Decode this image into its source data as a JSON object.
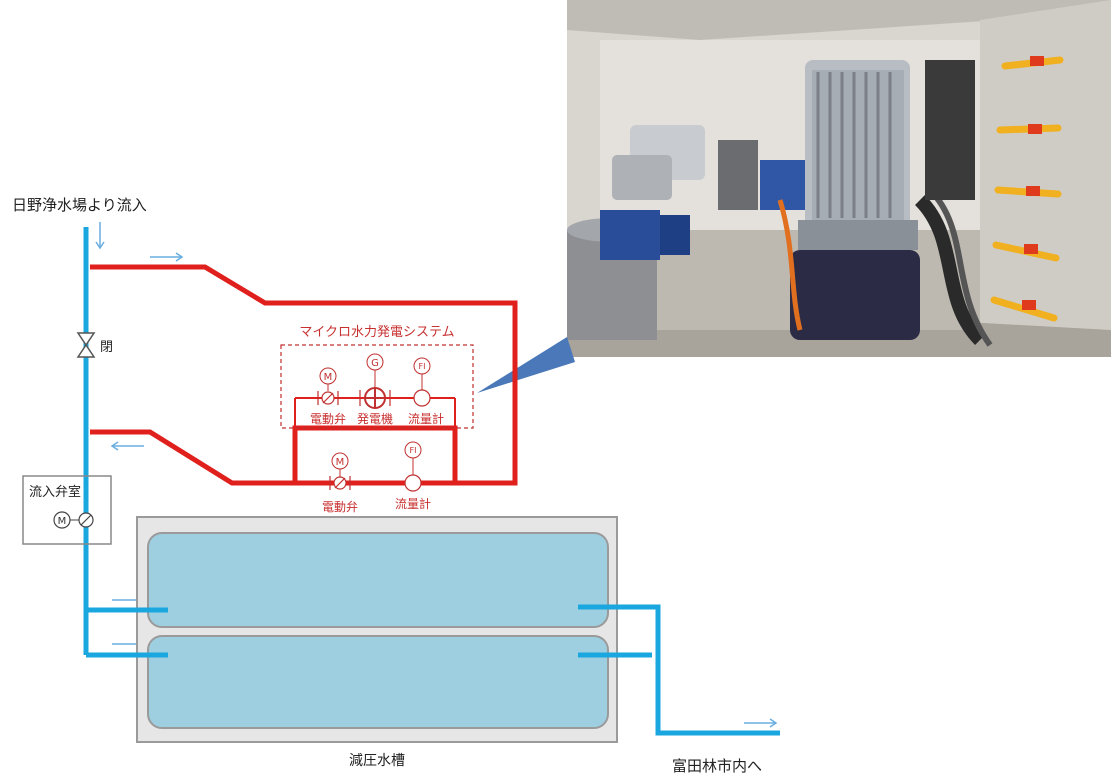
{
  "labels": {
    "inflow_source": "日野浄水場より流入",
    "valve_closed": "閉",
    "inlet_valve_room": "流入弁室",
    "system_title": "マイクロ水力発電システム",
    "motor_valve_1": "電動弁",
    "generator": "発電機",
    "flow_meter_1": "流量計",
    "motor_valve_2": "電動弁",
    "flow_meter_2": "流量計",
    "tank": "減圧水槽",
    "outflow_destination": "富田林市内へ"
  },
  "symbols": {
    "motor": "M",
    "generator": "G",
    "flow_indicator": "FI"
  },
  "colors": {
    "water_line": "#1aa7e0",
    "power_line": "#e0201c",
    "tank_fill": "#9ecfe0",
    "tank_border": "#9a9a9a",
    "tank_outer": "#e8e8e8",
    "callout": "#4a78b8"
  }
}
